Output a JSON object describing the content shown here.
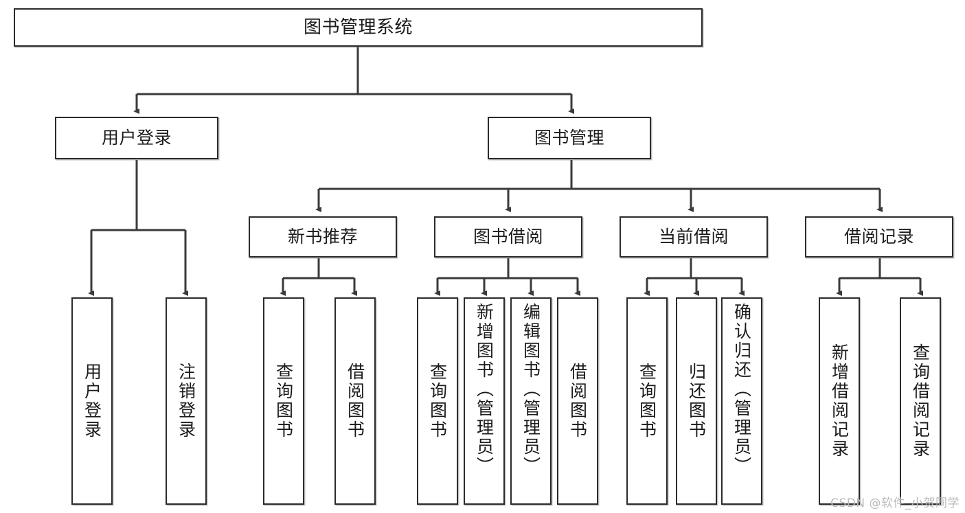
{
  "diagram": {
    "title": "图书管理系统",
    "type": "tree-hierarchy",
    "watermark": "CSDN @软件_小贺同学",
    "colors": {
      "box_border": "#2b2b2b",
      "box_fill": "#ffffff",
      "edge": "#3a3a3a",
      "text": "#1b1b1b",
      "watermark": "#b9b9b9"
    },
    "nodes": {
      "root": {
        "label": "图书管理系统"
      },
      "level2": [
        {
          "id": "user-login",
          "label": "用户登录"
        },
        {
          "id": "book-management",
          "label": "图书管理"
        }
      ],
      "level3": [
        {
          "id": "new-book-recommend",
          "label": "新书推荐"
        },
        {
          "id": "book-borrow",
          "label": "图书借阅"
        },
        {
          "id": "current-borrow",
          "label": "当前借阅"
        },
        {
          "id": "borrow-record",
          "label": "借阅记录"
        }
      ],
      "leaves": {
        "user_login": [
          {
            "id": "leaf-user-login",
            "label": "用户登录"
          },
          {
            "id": "leaf-logout",
            "label": "注销登录"
          }
        ],
        "new_book_recommend": [
          {
            "id": "leaf-query-book-1",
            "label": "查询图书"
          },
          {
            "id": "leaf-borrow-book-1",
            "label": "借阅图书"
          }
        ],
        "book_borrow": [
          {
            "id": "leaf-query-book-2",
            "label": "查询图书"
          },
          {
            "id": "leaf-add-book",
            "label": "新增图书（管理员）"
          },
          {
            "id": "leaf-edit-book",
            "label": "编辑图书（管理员）"
          },
          {
            "id": "leaf-borrow-book-2",
            "label": "借阅图书"
          }
        ],
        "current_borrow": [
          {
            "id": "leaf-query-book-3",
            "label": "查询图书"
          },
          {
            "id": "leaf-return-book",
            "label": "归还图书"
          },
          {
            "id": "leaf-confirm-return",
            "label": "确认归还（管理员）"
          }
        ],
        "borrow_record": [
          {
            "id": "leaf-add-record",
            "label": "新增借阅记录"
          },
          {
            "id": "leaf-query-record",
            "label": "查询借阅记录"
          }
        ]
      }
    }
  }
}
